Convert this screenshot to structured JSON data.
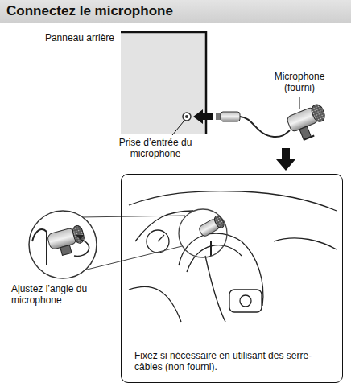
{
  "diagram": {
    "title": "Connectez le microphone",
    "nodes": [
      {
        "text": [
          "Panneau arrière"
        ]
      },
      {
        "text": [
          "Fixez si nécessaire en utilisant des serre-câbles (non fourni)."
        ]
      }
    ],
    "labels": [
      "Microphone (fourni)",
      "Prise d’entrée du microphone",
      "Ajustez l’angle du microphone"
    ]
  }
}
